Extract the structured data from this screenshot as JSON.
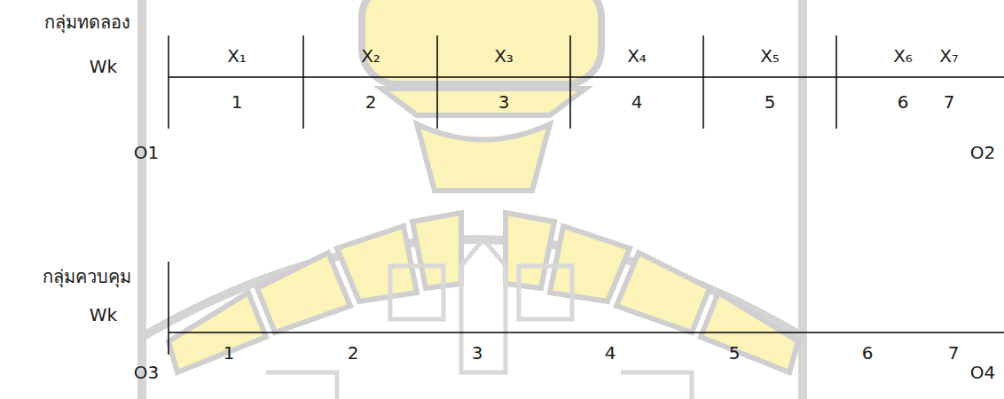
{
  "diagram": {
    "labels": [
      "กลุ่มทดลอง",
      "X₁",
      "X₂",
      "X₃",
      "X₄",
      "X₅",
      "X₆",
      "X₇",
      "Wk",
      "1",
      "2",
      "3",
      "4",
      "5",
      "6",
      "7",
      "O1",
      "O2",
      "กลุ่มควบคุม",
      "Wk",
      "1",
      "2",
      "3",
      "4",
      "5",
      "6",
      "7",
      "O3",
      "O4"
    ]
  }
}
